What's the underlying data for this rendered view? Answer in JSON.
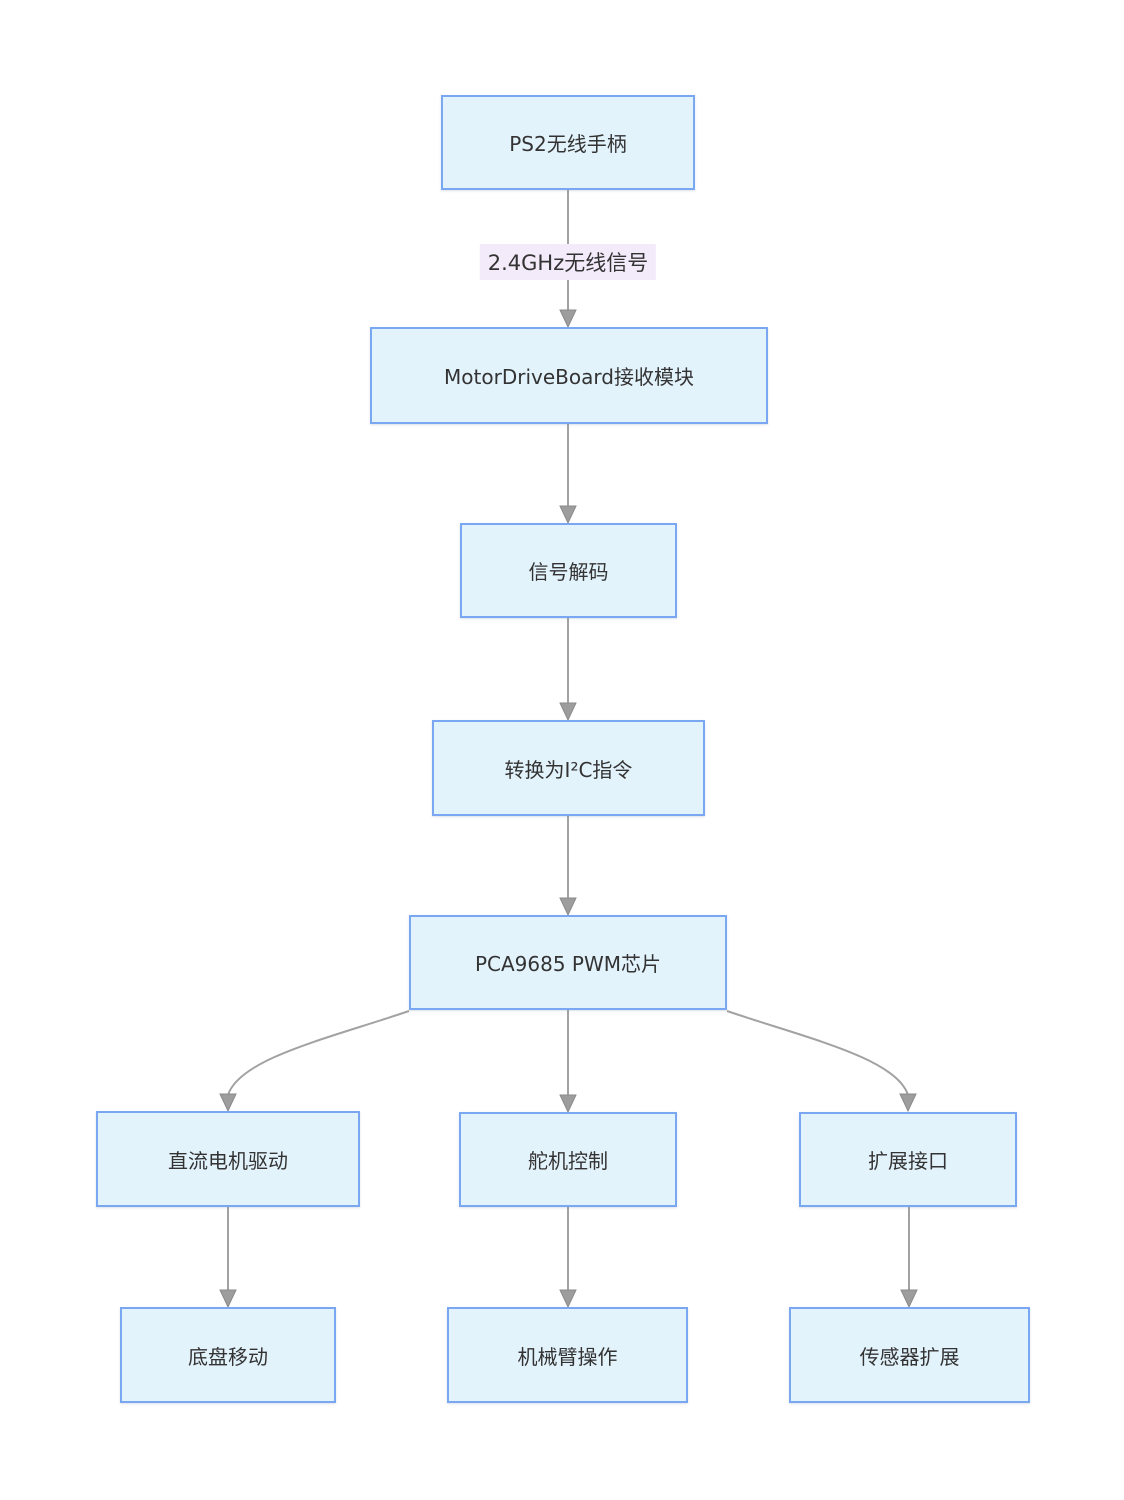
{
  "diagram": {
    "type": "flowchart",
    "direction": "top-down",
    "colors": {
      "node_fill": "#e3f3fc",
      "node_border": "#7aa7f2",
      "edge_line": "#a2a2a2",
      "arrowhead": "#9d9d9d",
      "edge_label_bg": "#f3eafa",
      "text": "#333333",
      "background": "#ffffff"
    },
    "nodes": {
      "ps2": {
        "label": "PS2无线手柄"
      },
      "motorboard": {
        "label": "MotorDriveBoard接收模块"
      },
      "decode": {
        "label": "信号解码"
      },
      "i2c": {
        "label": "转换为I²C指令"
      },
      "pca": {
        "label": "PCA9685 PWM芯片"
      },
      "dcmotor": {
        "label": "直流电机驱动"
      },
      "servo": {
        "label": "舵机控制"
      },
      "expand": {
        "label": "扩展接口"
      },
      "chassis": {
        "label": "底盘移动"
      },
      "arm": {
        "label": "机械臂操作"
      },
      "sensor": {
        "label": "传感器扩展"
      }
    },
    "edge_labels": {
      "signal": {
        "label": "2.4GHz无线信号"
      }
    },
    "edges": [
      {
        "from": "PS2无线手柄",
        "to": "MotorDriveBoard接收模块",
        "label": "2.4GHz无线信号"
      },
      {
        "from": "MotorDriveBoard接收模块",
        "to": "信号解码",
        "label": ""
      },
      {
        "from": "信号解码",
        "to": "转换为I²C指令",
        "label": ""
      },
      {
        "from": "转换为I²C指令",
        "to": "PCA9685 PWM芯片",
        "label": ""
      },
      {
        "from": "PCA9685 PWM芯片",
        "to": "直流电机驱动",
        "label": ""
      },
      {
        "from": "PCA9685 PWM芯片",
        "to": "舵机控制",
        "label": ""
      },
      {
        "from": "PCA9685 PWM芯片",
        "to": "扩展接口",
        "label": ""
      },
      {
        "from": "直流电机驱动",
        "to": "底盘移动",
        "label": ""
      },
      {
        "from": "舵机控制",
        "to": "机械臂操作",
        "label": ""
      },
      {
        "from": "扩展接口",
        "to": "传感器扩展",
        "label": ""
      }
    ]
  }
}
